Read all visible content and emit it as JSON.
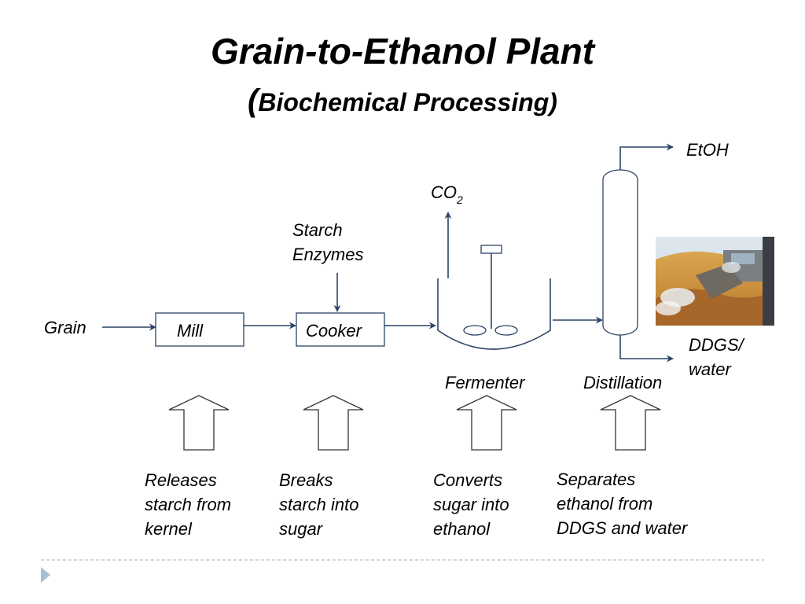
{
  "title": {
    "main": "Grain-to-Ethanol Plant",
    "sub_open": "(",
    "sub_text": "Biochemical Processing",
    "sub_close": ")"
  },
  "flow": {
    "grain": "Grain",
    "mill": "Mill",
    "cooker": "Cooker",
    "starch_line1": "Starch",
    "starch_line2": "Enzymes",
    "co2": "CO",
    "co2_sub": "2",
    "fermenter": "Fermenter",
    "distillation": "Distillation",
    "etoh": "EtOH",
    "ddgs_line1": "DDGS/",
    "ddgs_line2": "water"
  },
  "descriptions": [
    {
      "lines": [
        "Releases",
        "starch from",
        "kernel"
      ]
    },
    {
      "lines": [
        "Breaks",
        "starch into",
        "sugar"
      ]
    },
    {
      "lines": [
        "Converts",
        "sugar into",
        "ethanol"
      ]
    },
    {
      "lines": [
        "Separates",
        "ethanol from",
        "DDGS and water"
      ]
    }
  ],
  "colors": {
    "line": "#2b4466",
    "footer_divider": "#a9c0d4",
    "footer_triangle": "#a9c0d4"
  },
  "photo": {
    "icon": "ddgs-pile-photo"
  }
}
